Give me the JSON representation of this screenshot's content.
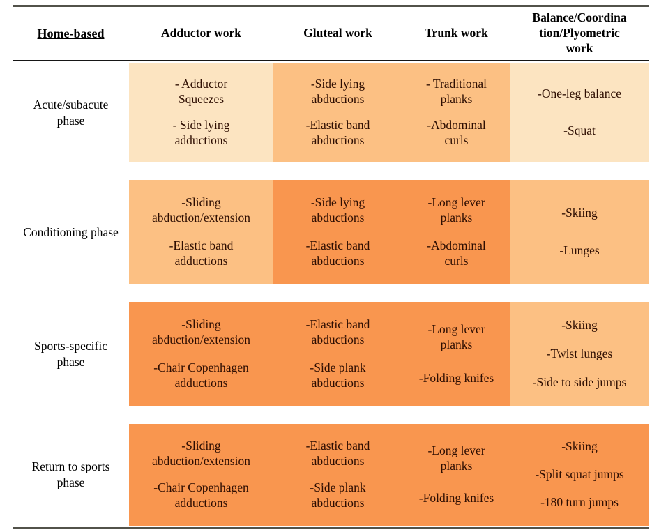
{
  "colors": {
    "light": "#fce4c1",
    "medium": "#fcc083",
    "dark": "#f9964f",
    "rule_dark": "#52524a",
    "rule_black": "#161616",
    "cell_text": "#2e0e02"
  },
  "header": {
    "col0": "Home-based",
    "col1": "Adductor work",
    "col2": "Gluteal work",
    "col3": "Trunk work",
    "col4": "Balance/Coordina\ntion/Plyometric\nwork"
  },
  "rows": [
    {
      "phase": "Acute/subacute phase",
      "cells": [
        {
          "shade": "light",
          "items": [
            "- Adductor\nSqueezes",
            "- Side lying\nadductions"
          ]
        },
        {
          "shade": "medium",
          "items": [
            "-Side lying\nabductions",
            "-Elastic band\nabductions"
          ]
        },
        {
          "shade": "medium",
          "items": [
            "- Traditional\nplanks",
            "-Abdominal\ncurls"
          ]
        },
        {
          "shade": "light",
          "items": [
            "-One-leg balance",
            "-Squat"
          ]
        }
      ]
    },
    {
      "phase": "Conditioning phase",
      "cells": [
        {
          "shade": "medium",
          "items": [
            "-Sliding\nabduction/extension",
            "-Elastic band\nadductions"
          ]
        },
        {
          "shade": "dark",
          "items": [
            "-Side lying\nabductions",
            "-Elastic band\nabductions"
          ]
        },
        {
          "shade": "dark",
          "items": [
            "-Long lever\nplanks",
            "-Abdominal\ncurls"
          ]
        },
        {
          "shade": "medium",
          "items": [
            "-Skiing",
            "-Lunges"
          ]
        }
      ]
    },
    {
      "phase": "Sports-specific phase",
      "cells": [
        {
          "shade": "dark",
          "items": [
            "-Sliding\nabduction/extension",
            "-Chair Copenhagen\nadductions"
          ]
        },
        {
          "shade": "dark",
          "items": [
            "-Elastic band\nabductions",
            "-Side plank\nabductions"
          ]
        },
        {
          "shade": "dark",
          "items": [
            "-Long lever\nplanks",
            "-Folding knifes"
          ]
        },
        {
          "shade": "medium",
          "items": [
            "-Skiing",
            "-Twist lunges",
            "-Side to side jumps"
          ]
        }
      ]
    },
    {
      "phase": "Return to sports phase",
      "cells": [
        {
          "shade": "dark",
          "items": [
            "-Sliding\nabduction/extension",
            "-Chair Copenhagen\nadductions"
          ]
        },
        {
          "shade": "dark",
          "items": [
            "-Elastic band\nabductions",
            "-Side plank\nabductions"
          ]
        },
        {
          "shade": "dark",
          "items": [
            "-Long lever\nplanks",
            "-Folding knifes"
          ]
        },
        {
          "shade": "dark",
          "items": [
            "-Skiing",
            "-Split squat jumps",
            "-180 turn jumps"
          ]
        }
      ]
    }
  ]
}
